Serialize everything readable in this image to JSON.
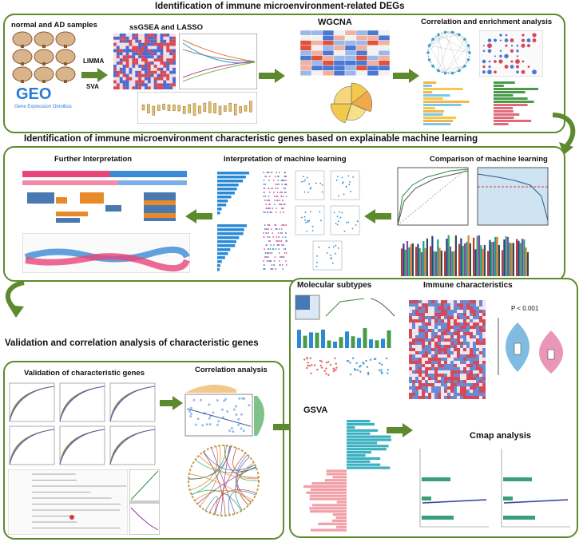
{
  "titles": {
    "section1": "Identification of immune microenvironment-related DEGs",
    "section2": "Identification of immune microenvironment characteristic genes based on explainable machine learning",
    "section3": "Validation  and correlation analysis of characteristic genes"
  },
  "panels": {
    "samples": "normal and AD samples",
    "limma": "LIMMA",
    "sva": "SVA",
    "geo_logo": "GEO",
    "geo_sub": "Gene Expression Omnibus",
    "ssgsea": "ssGSEA and LASSO",
    "wgcna": "WGCNA",
    "corr_enrich": "Correlation and enrichment analysis",
    "further": "Further Interpretation",
    "interp": "Interpretation of machine learning",
    "compare": "Comparison of machine learning",
    "validation": "Validation of characteristic genes",
    "corr_analysis": "Correlation analysis",
    "molecular": "Molecular subtypes",
    "immune": "Immune characteristics",
    "gsva": "GSVA",
    "cmap": "Cmap analysis",
    "pvalue": "P < 0.001"
  },
  "colors": {
    "frame": "#5d8a2e",
    "arrow": "#5d8a2e"
  }
}
